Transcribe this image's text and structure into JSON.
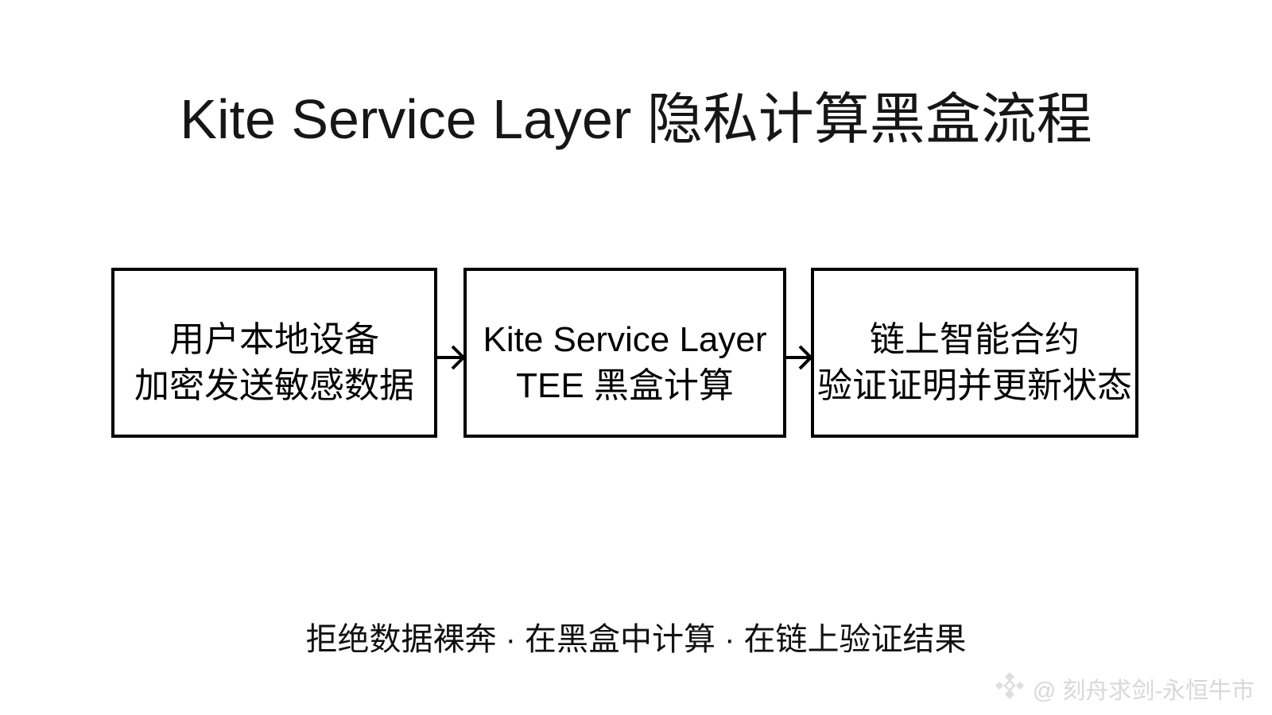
{
  "title": "Kite Service Layer 隐私计算黑盒流程",
  "flow": {
    "boxes": [
      {
        "name": "user-local-device",
        "line1": "用户本地设备",
        "line2": "加密发送敏感数据"
      },
      {
        "name": "kite-service-layer-tee",
        "line1": "Kite Service Layer",
        "line2": "TEE 黑盒计算"
      },
      {
        "name": "onchain-smart-contract",
        "line1": "链上智能合约",
        "line2": "验证证明并更新状态"
      }
    ],
    "arrows": [
      {
        "from": "user-local-device",
        "to": "kite-service-layer-tee",
        "direction": "right"
      },
      {
        "from": "kite-service-layer-tee",
        "to": "onchain-smart-contract",
        "direction": "right"
      }
    ]
  },
  "slogan": "拒绝数据裸奔 · 在黑盒中计算 · 在链上验证结果",
  "watermark": {
    "icon": "bnb-diamond-icon",
    "text": "@ 刻舟求剑-永恒牛市"
  },
  "colors": {
    "background": "#ffffff",
    "text": "#000000",
    "box_border": "#000000",
    "watermark": "#d8d8d8"
  }
}
